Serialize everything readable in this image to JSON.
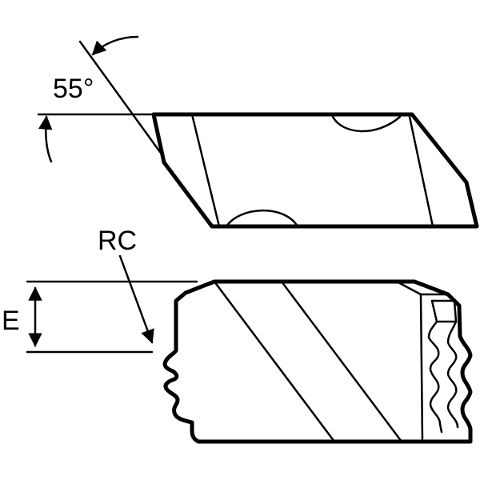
{
  "labels": {
    "angle": "55°",
    "corner_radius": "RC",
    "dimension": "E"
  }
}
